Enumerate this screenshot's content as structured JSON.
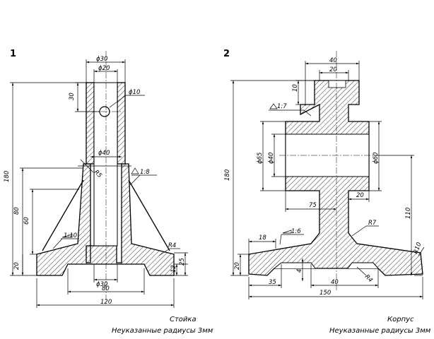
{
  "figure1": {
    "number": "1",
    "caption_name": "Стойка",
    "caption_note": "Неуказанные радиусы 3мм",
    "dims": {
      "d30_top": "ϕ30",
      "d20_top": "ϕ20",
      "h30": "30",
      "d10": "ϕ10",
      "d40": "ϕ40",
      "r5": "R5",
      "taper": "1:8",
      "h180": "180",
      "h80": "80",
      "h60": "60",
      "slope": "1:10",
      "h20": "20",
      "r4": "R4",
      "h12": "12",
      "h25": "25",
      "d30_bot": "ϕ30",
      "w80": "80",
      "w120": "120"
    }
  },
  "figure2": {
    "number": "2",
    "caption_name": "Корпус",
    "caption_note": "Неуказанные радиусы 3мм",
    "dims": {
      "w40_top": "40",
      "w20_top": "20",
      "h10": "10",
      "taper": "1:7",
      "h180": "180",
      "d65": "ϕ65",
      "d40": "ϕ40",
      "d60": "ϕ60",
      "w20_mid": "20",
      "h75": "75",
      "h110": "110",
      "w18": "18",
      "slope": "1:6",
      "r7": "R7",
      "r10": "R10",
      "h20": "20",
      "r4": "R4",
      "h4": "4",
      "w35": "35",
      "w40_bot": "40",
      "w150": "150"
    }
  }
}
